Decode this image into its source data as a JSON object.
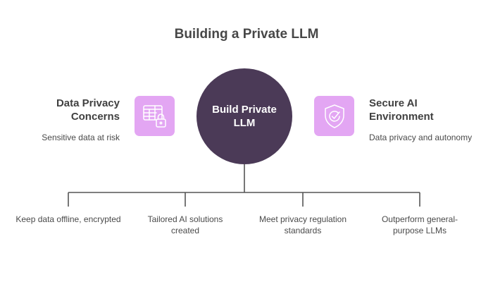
{
  "title": "Building a Private LLM",
  "center": {
    "label": "Build Private LLM",
    "color": "#4b3a57"
  },
  "left": {
    "title": "Data Privacy Concerns",
    "description": "Sensitive data at risk",
    "icon": "table-lock-icon"
  },
  "right": {
    "title": "Secure AI Environment",
    "description": "Data privacy and autonomy",
    "icon": "shield-check-icon"
  },
  "icon_bg_color": "#e3a6f3",
  "outcomes": [
    {
      "label": "Keep data offline, encrypted"
    },
    {
      "label": "Tailored AI solutions created"
    },
    {
      "label": "Meet privacy regulation standards"
    },
    {
      "label": "Outperform general-purpose LLMs"
    }
  ]
}
